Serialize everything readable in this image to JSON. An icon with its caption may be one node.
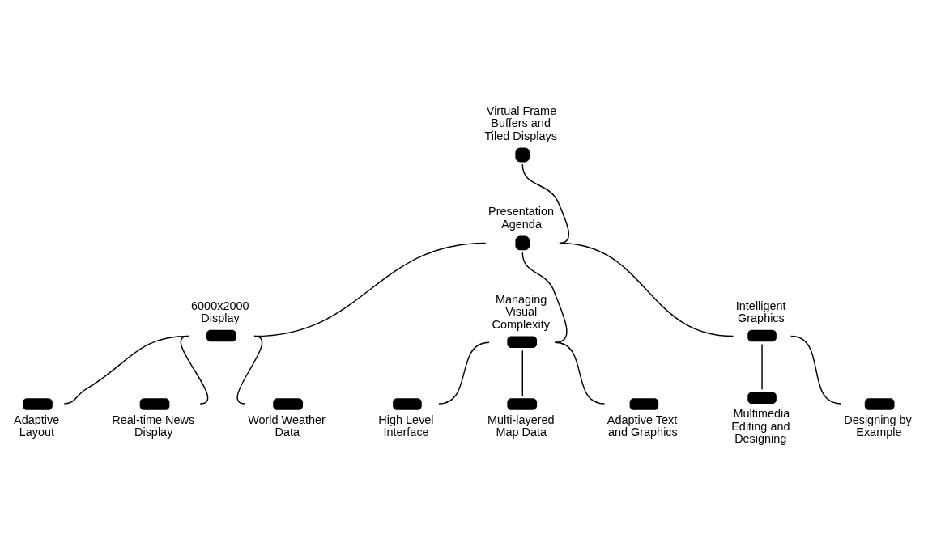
{
  "diagram": {
    "nodes": [
      {
        "text": [],
        "shape": "circle",
        "beside": [
          "Virtual Frame Buffers and Tiled Displays"
        ]
      },
      {
        "text": [],
        "shape": "circle",
        "beside": [
          "Presentation Agenda"
        ]
      },
      {
        "text": [],
        "shape": "dumbbell",
        "beside": [
          "6000x2000 Display"
        ]
      },
      {
        "text": [],
        "shape": "dumbbell",
        "beside": [
          "Managing Visual Complexity"
        ]
      },
      {
        "text": [],
        "shape": "dumbbell",
        "beside": [
          "Intelligent Graphics"
        ]
      },
      {
        "text": [],
        "shape": "dumbbell",
        "beside": [
          "Adaptive Layout"
        ]
      },
      {
        "text": [],
        "shape": "dumbbell",
        "beside": [
          "Real-time News Display"
        ]
      },
      {
        "text": [],
        "shape": "dumbbell",
        "beside": [
          "World Weather Data"
        ]
      },
      {
        "text": [],
        "shape": "dumbbell",
        "beside": [
          "High Level Interface"
        ]
      },
      {
        "text": [],
        "shape": "dumbbell",
        "beside": [
          "Multi-layered Map Data"
        ]
      },
      {
        "text": [],
        "shape": "dumbbell",
        "beside": [
          "Adaptive Text and Graphics"
        ]
      },
      {
        "text": [],
        "shape": "dumbbell",
        "beside": [
          "Multimedia Editing and Designing"
        ]
      },
      {
        "text": [],
        "shape": "dumbbell",
        "beside": [
          "Designing by Example"
        ]
      }
    ],
    "edges": [
      {
        "from": 0,
        "to": 1,
        "arrow": "none"
      },
      {
        "from": 1,
        "to": 2,
        "arrow": "none"
      },
      {
        "from": 1,
        "to": 3,
        "arrow": "none"
      },
      {
        "from": 1,
        "to": 4,
        "arrow": "none"
      },
      {
        "from": 2,
        "to": 5,
        "arrow": "none"
      },
      {
        "from": 2,
        "to": 6,
        "arrow": "none"
      },
      {
        "from": 2,
        "to": 7,
        "arrow": "none"
      },
      {
        "from": 3,
        "to": 8,
        "arrow": "none"
      },
      {
        "from": 3,
        "to": 9,
        "arrow": "none"
      },
      {
        "from": 3,
        "to": 10,
        "arrow": "none"
      },
      {
        "from": 4,
        "to": 11,
        "arrow": "none"
      },
      {
        "from": 4,
        "to": 12,
        "arrow": "none"
      }
    ]
  }
}
